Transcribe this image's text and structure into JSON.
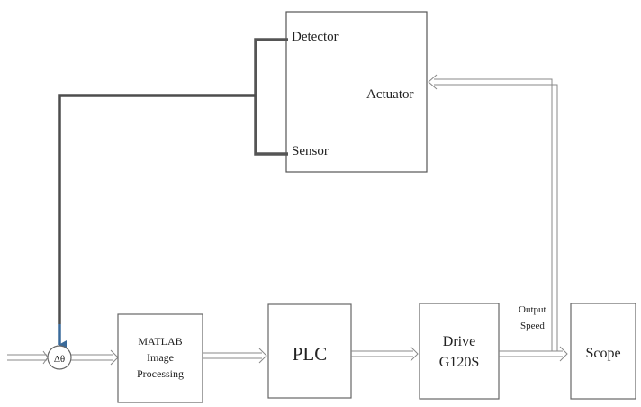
{
  "plant_box": {
    "detector_label": "Detector",
    "sensor_label": "Sensor",
    "actuator_label": "Actuator"
  },
  "summing_junction": {
    "label": "Δθ"
  },
  "blocks": {
    "matlab": {
      "line1": "MATLAB",
      "line2": "Image",
      "line3": "Processing"
    },
    "plc": {
      "label": "PLC"
    },
    "drive": {
      "line1": "Drive",
      "line2": "G120S"
    },
    "scope": {
      "label": "Scope"
    }
  },
  "signals": {
    "output_speed": {
      "line1": "Output",
      "line2": "Speed"
    }
  }
}
